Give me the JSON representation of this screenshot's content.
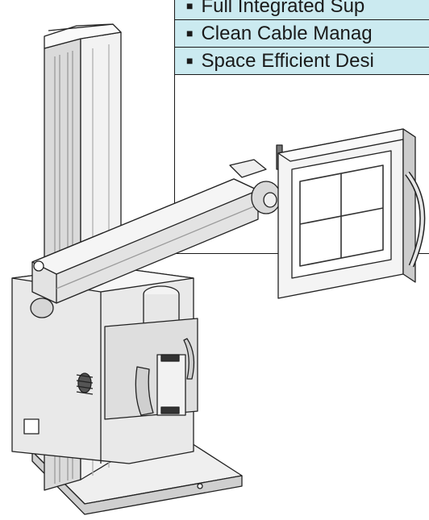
{
  "features": {
    "items": [
      {
        "label": "Full Integrated Sup"
      },
      {
        "label": "Clean Cable Manag"
      },
      {
        "label": "Space Efficient Desi"
      }
    ]
  },
  "colors": {
    "row_background": "#cbeaf0",
    "border": "#1a1a1a",
    "device_fill": "#e4e4e4",
    "device_dark": "#8f8f8f"
  },
  "icons": {
    "bullet": "small-square-bullet"
  }
}
